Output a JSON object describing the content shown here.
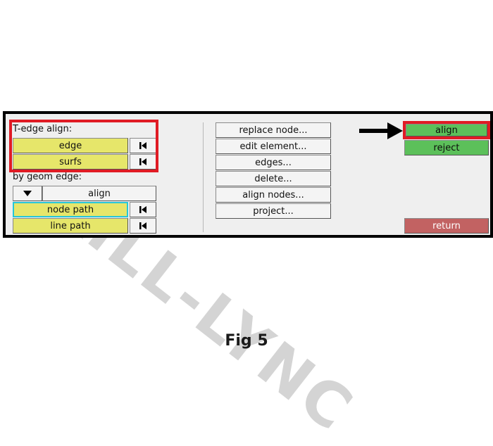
{
  "left_panel": {
    "tedge_label": "T-edge align:",
    "edge_button": "edge",
    "surfs_button": "surfs",
    "geom_label": "by geom edge:",
    "geom_select_value": "align",
    "node_path_button": "node path",
    "line_path_button": "line path"
  },
  "middle_panel": {
    "buttons": [
      "replace node...",
      "edit element...",
      "edges...",
      "delete...",
      "align nodes...",
      "project..."
    ]
  },
  "right_panel": {
    "align_button": "align",
    "reject_button": "reject",
    "return_button": "return"
  },
  "annotations": {
    "watermark_text": "SKILL-LYNC",
    "highlight_color": "#e01b24",
    "arrow_color": "#000000"
  },
  "caption": "Fig 5",
  "colors": {
    "yellow_button": "#e6e66a",
    "green_button": "#5cc05a",
    "red_button": "#c26262",
    "focus_outline": "#27c6d8"
  },
  "icons": {
    "skip_start": "skip-to-start-icon",
    "dropdown": "triangle-down-icon"
  }
}
